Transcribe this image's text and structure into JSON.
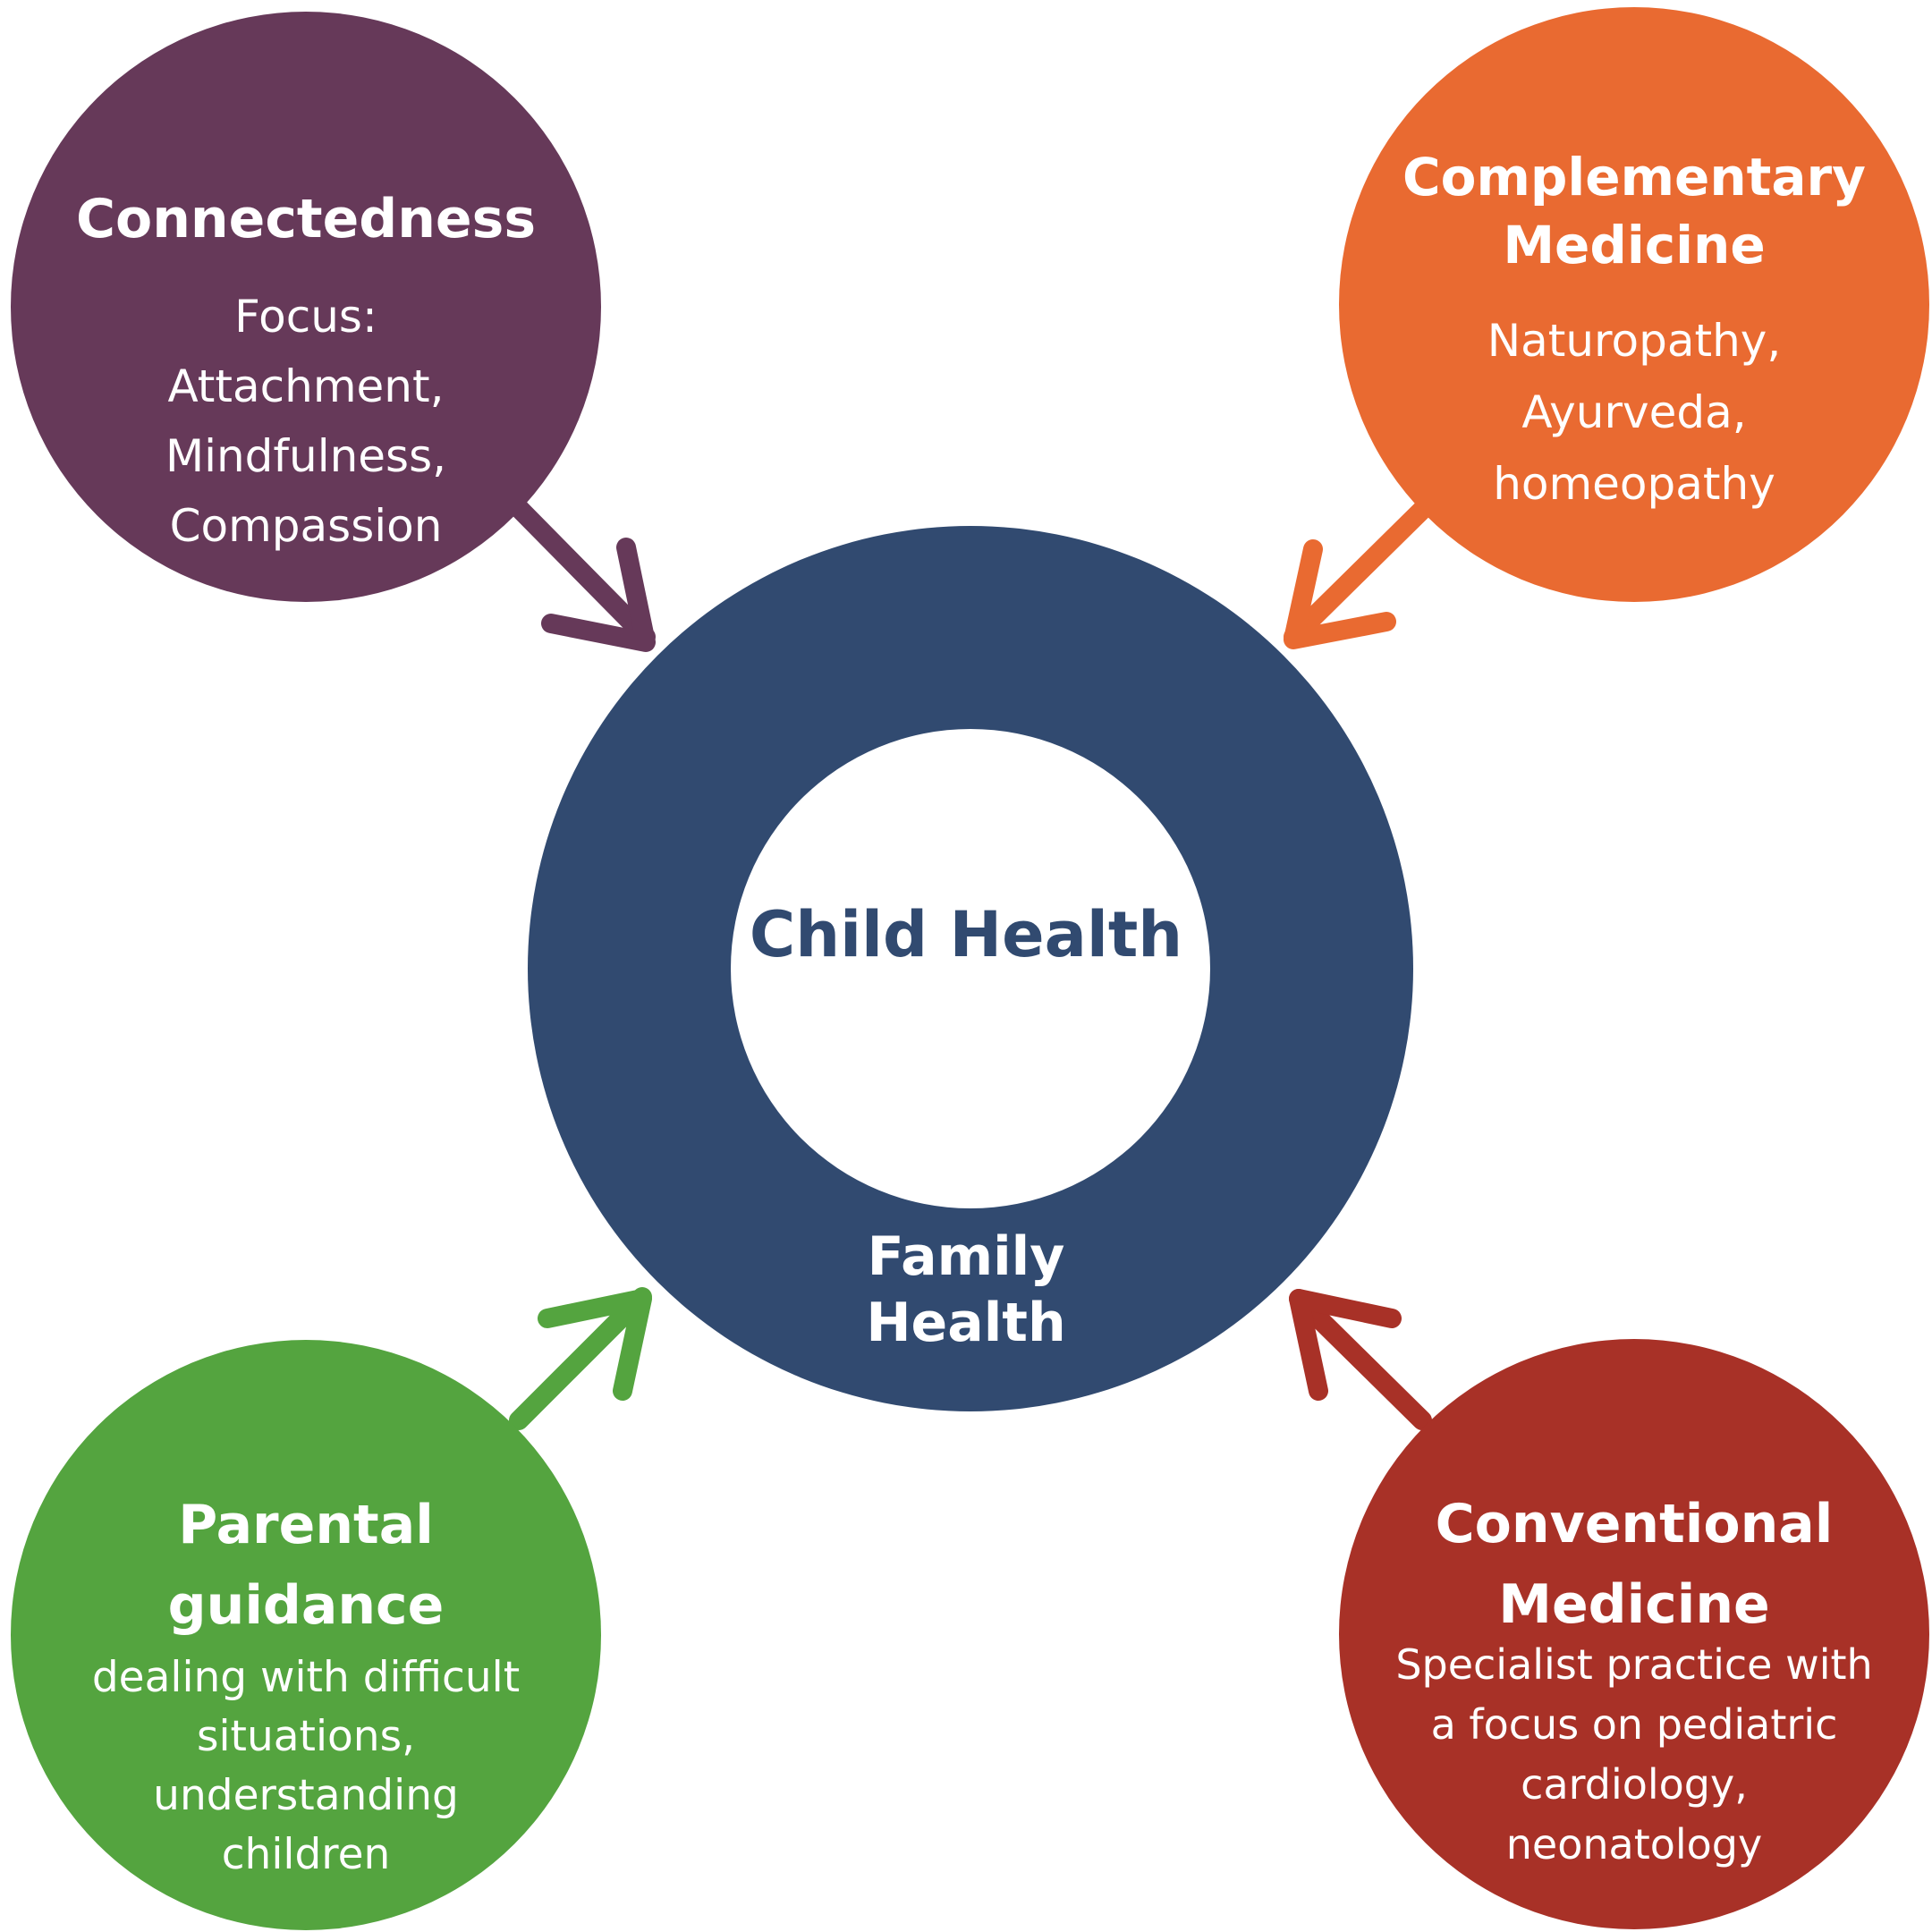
{
  "colors": {
    "connectedness": "#663959",
    "complementary": "#e96a31",
    "parental": "#54a43f",
    "conventional": "#a83127",
    "ring": "#314a70"
  },
  "center": {
    "inner_label": "Child Health",
    "outer_label": [
      "Family",
      "Health"
    ]
  },
  "nodes": {
    "connectedness": {
      "title": [
        "Connectedness"
      ],
      "body": [
        "Focus:",
        "Attachment,",
        "Mindfulness,",
        "Compassion"
      ]
    },
    "complementary": {
      "title": [
        "Complementary",
        "Medicine"
      ],
      "body": [
        "Naturopathy,",
        "Ayurveda,",
        "homeopathy"
      ]
    },
    "parental": {
      "title": [
        "Parental",
        "guidance"
      ],
      "body": [
        "dealing with difficult",
        "situations,",
        "understanding",
        "children"
      ]
    },
    "conventional": {
      "title": [
        "Conventional",
        "Medicine"
      ],
      "body": [
        "Specialist practice with",
        "a focus on pediatric",
        "cardiology,",
        "neonatology"
      ]
    }
  }
}
